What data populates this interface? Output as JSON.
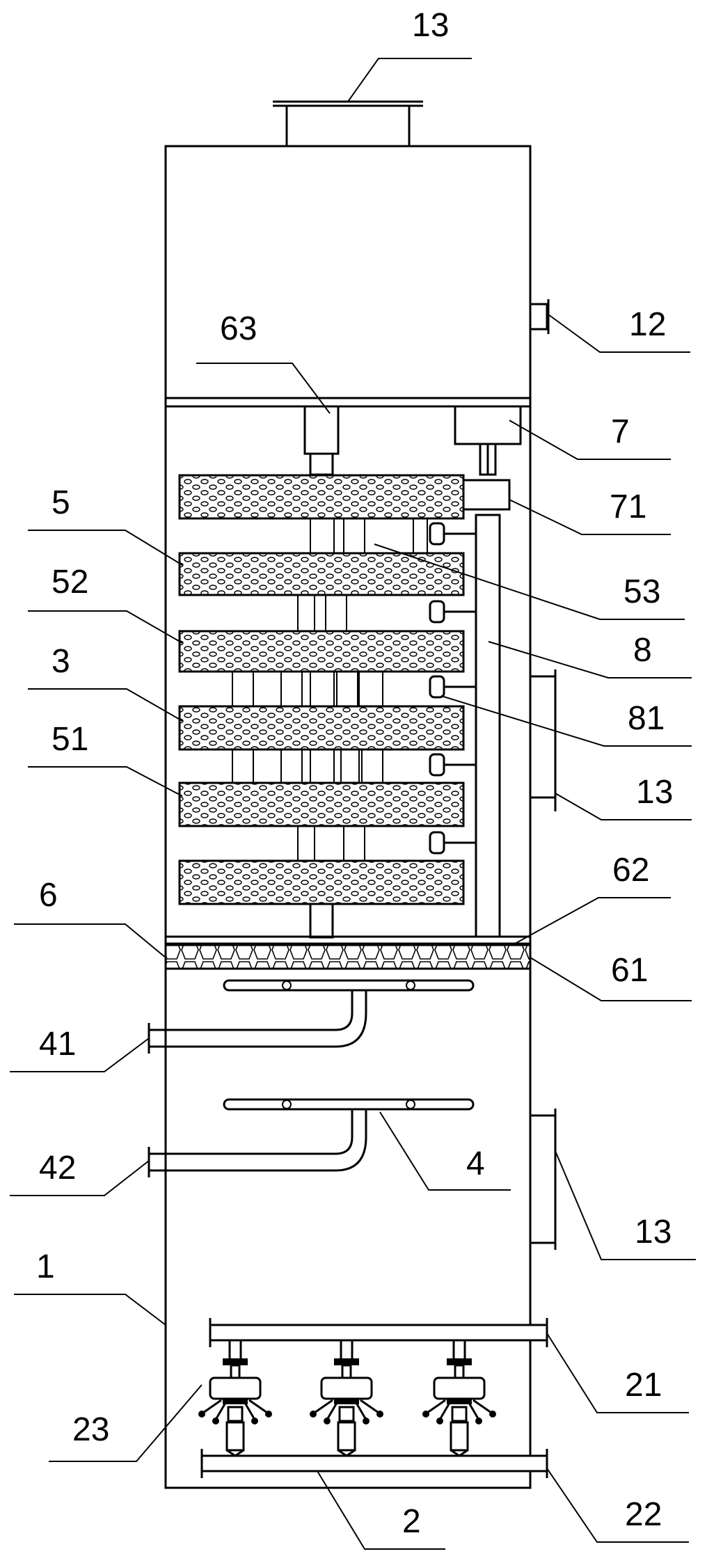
{
  "figure": {
    "labels": {
      "top_outlet": "13",
      "side_port_12": "12",
      "inlet_63": "63",
      "box_7": "7",
      "joint_71": "71",
      "layer_5": "5",
      "item_53": "53",
      "layer_52": "52",
      "item_8": "8",
      "part_3": "3",
      "item_81": "81",
      "layer_51": "51",
      "side_window_upper": "13",
      "plate_6": "6",
      "plate_62": "62",
      "mesh_61": "61",
      "pipe_41": "41",
      "pipe_42": "42",
      "spray_4": "4",
      "side_window_lower": "13",
      "body_1": "1",
      "pipe_21": "21",
      "nozzle_23": "23",
      "pipe_2": "2",
      "pipe_22": "22"
    }
  }
}
